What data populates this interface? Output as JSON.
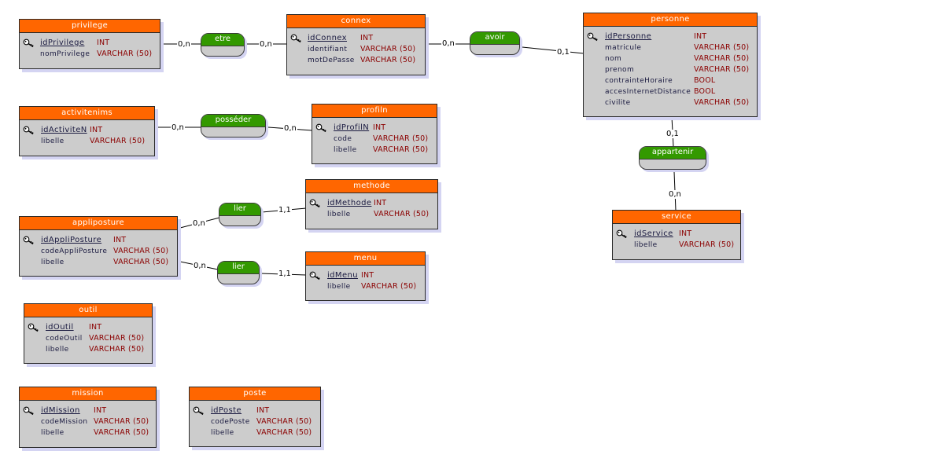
{
  "colors": {
    "entity_header": "#ff6600",
    "entity_body": "#cccccc",
    "assoc_header": "#339900",
    "pk_text": "#1a1a40",
    "type_text": "#8b0000",
    "shadow": "#d4d4f2"
  },
  "entities": {
    "privilege": {
      "title": "privilege",
      "fields": [
        {
          "name": "idPrivilege",
          "type": "INT",
          "pk": true
        },
        {
          "name": "nomPrivilege",
          "type": "VARCHAR (50)"
        }
      ]
    },
    "connex": {
      "title": "connex",
      "fields": [
        {
          "name": "idConnex",
          "type": "INT",
          "pk": true
        },
        {
          "name": "identifiant",
          "type": "VARCHAR (50)"
        },
        {
          "name": "motDePasse",
          "type": "VARCHAR (50)"
        }
      ]
    },
    "personne": {
      "title": "personne",
      "fields": [
        {
          "name": "idPersonne",
          "type": "INT",
          "pk": true
        },
        {
          "name": "matricule",
          "type": "VARCHAR (50)"
        },
        {
          "name": "nom",
          "type": "VARCHAR (50)"
        },
        {
          "name": "prenom",
          "type": "VARCHAR (50)"
        },
        {
          "name": "contrainteHoraire",
          "type": "BOOL"
        },
        {
          "name": "accesInternetDistance",
          "type": "BOOL"
        },
        {
          "name": "civilite",
          "type": "VARCHAR (50)"
        }
      ]
    },
    "activitenims": {
      "title": "activitenims",
      "fields": [
        {
          "name": "idActiviteN",
          "type": "INT",
          "pk": true
        },
        {
          "name": "libelle",
          "type": "VARCHAR (50)"
        }
      ]
    },
    "profiln": {
      "title": "profiln",
      "fields": [
        {
          "name": "idProfilN",
          "type": "INT",
          "pk": true
        },
        {
          "name": "code",
          "type": "VARCHAR (50)"
        },
        {
          "name": "libelle",
          "type": "VARCHAR (50)"
        }
      ]
    },
    "methode": {
      "title": "methode",
      "fields": [
        {
          "name": "idMethode",
          "type": "INT",
          "pk": true
        },
        {
          "name": "libelle",
          "type": "VARCHAR (50)"
        }
      ]
    },
    "appliposture": {
      "title": "appliposture",
      "fields": [
        {
          "name": "idAppliPosture",
          "type": "INT",
          "pk": true
        },
        {
          "name": "codeAppliPosture",
          "type": "VARCHAR (50)"
        },
        {
          "name": "libelle",
          "type": "VARCHAR (50)"
        }
      ]
    },
    "menu": {
      "title": "menu",
      "fields": [
        {
          "name": "idMenu",
          "type": "INT",
          "pk": true
        },
        {
          "name": "libelle",
          "type": "VARCHAR (50)"
        }
      ]
    },
    "service": {
      "title": "service",
      "fields": [
        {
          "name": "idService",
          "type": "INT",
          "pk": true
        },
        {
          "name": "libelle",
          "type": "VARCHAR (50)"
        }
      ]
    },
    "outil": {
      "title": "outil",
      "fields": [
        {
          "name": "idOutil",
          "type": "INT",
          "pk": true
        },
        {
          "name": "codeOutil",
          "type": "VARCHAR (50)"
        },
        {
          "name": "libelle",
          "type": "VARCHAR (50)"
        }
      ]
    },
    "mission": {
      "title": "mission",
      "fields": [
        {
          "name": "idMission",
          "type": "INT",
          "pk": true
        },
        {
          "name": "codeMission",
          "type": "VARCHAR (50)"
        },
        {
          "name": "libelle",
          "type": "VARCHAR (50)"
        }
      ]
    },
    "poste": {
      "title": "poste",
      "fields": [
        {
          "name": "idPoste",
          "type": "INT",
          "pk": true
        },
        {
          "name": "codePoste",
          "type": "VARCHAR (50)"
        },
        {
          "name": "libelle",
          "type": "VARCHAR (50)"
        }
      ]
    }
  },
  "associations": {
    "etre": {
      "label": "etre"
    },
    "avoir": {
      "label": "avoir"
    },
    "posseder": {
      "label": "posséder"
    },
    "lier1": {
      "label": "lier"
    },
    "lier2": {
      "label": "lier"
    },
    "appartenir": {
      "label": "appartenir"
    }
  },
  "cardinalities": {
    "etre_privilege": "0,n",
    "etre_connex": "0,n",
    "avoir_connex": "0,n",
    "avoir_personne": "0,1",
    "posseder_activitenims": "0,n",
    "posseder_profiln": "0,n",
    "lier1_appliposture": "0,n",
    "lier1_methode": "1,1",
    "lier2_appliposture": "0,n",
    "lier2_menu": "1,1",
    "appartenir_personne": "0,1",
    "appartenir_service": "0,n"
  }
}
